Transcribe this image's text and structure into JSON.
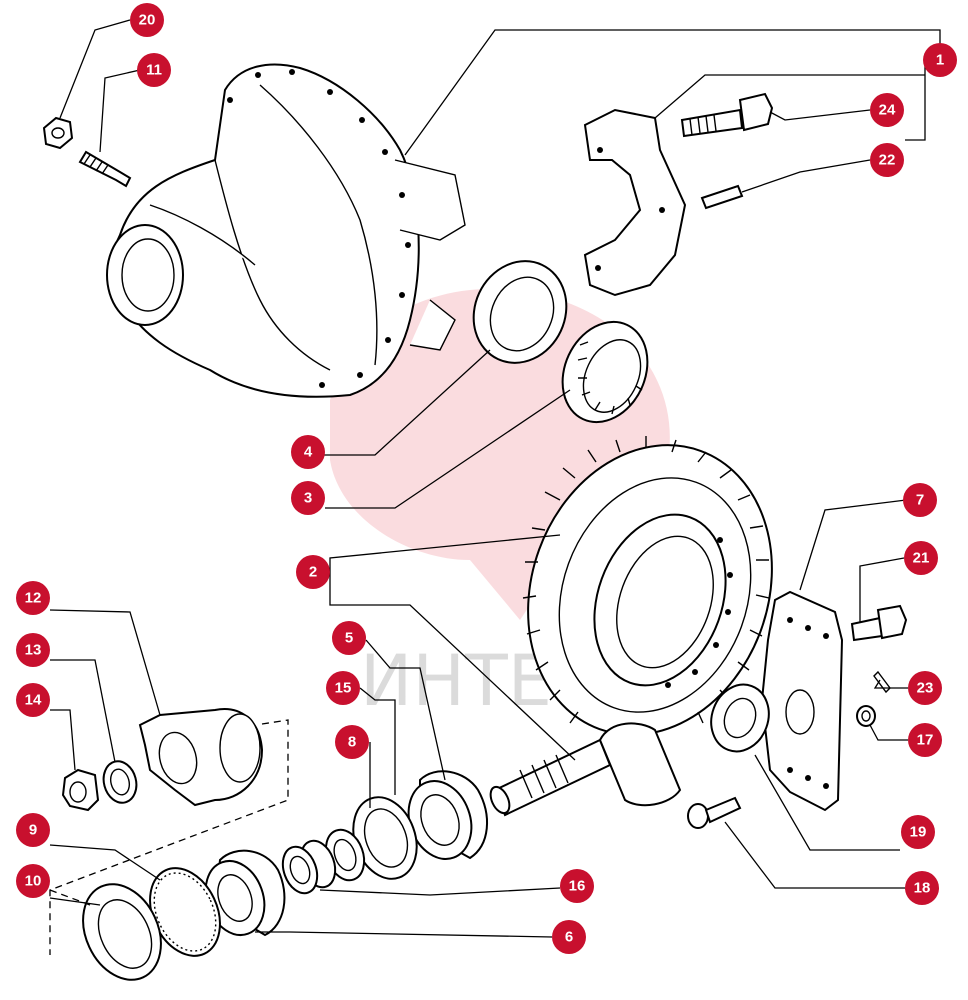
{
  "diagram": {
    "badge_color": "#c8102e",
    "line_color": "#000000",
    "watermark": {
      "text": "ИНТЕ",
      "color": "#e32636"
    },
    "callouts": [
      {
        "id": "c1",
        "label": "1"
      },
      {
        "id": "c2",
        "label": "2"
      },
      {
        "id": "c3",
        "label": "3"
      },
      {
        "id": "c4",
        "label": "4"
      },
      {
        "id": "c5",
        "label": "5"
      },
      {
        "id": "c6",
        "label": "6"
      },
      {
        "id": "c7",
        "label": "7"
      },
      {
        "id": "c8",
        "label": "8"
      },
      {
        "id": "c9",
        "label": "9"
      },
      {
        "id": "c10",
        "label": "10"
      },
      {
        "id": "c11",
        "label": "11"
      },
      {
        "id": "c12",
        "label": "12"
      },
      {
        "id": "c13",
        "label": "13"
      },
      {
        "id": "c14",
        "label": "14"
      },
      {
        "id": "c15",
        "label": "15"
      },
      {
        "id": "c16",
        "label": "16"
      },
      {
        "id": "c17",
        "label": "17"
      },
      {
        "id": "c18",
        "label": "18"
      },
      {
        "id": "c19",
        "label": "19"
      },
      {
        "id": "c20",
        "label": "20"
      },
      {
        "id": "c21",
        "label": "21"
      },
      {
        "id": "c22",
        "label": "22"
      },
      {
        "id": "c23",
        "label": "23"
      },
      {
        "id": "c24",
        "label": "24"
      }
    ]
  }
}
